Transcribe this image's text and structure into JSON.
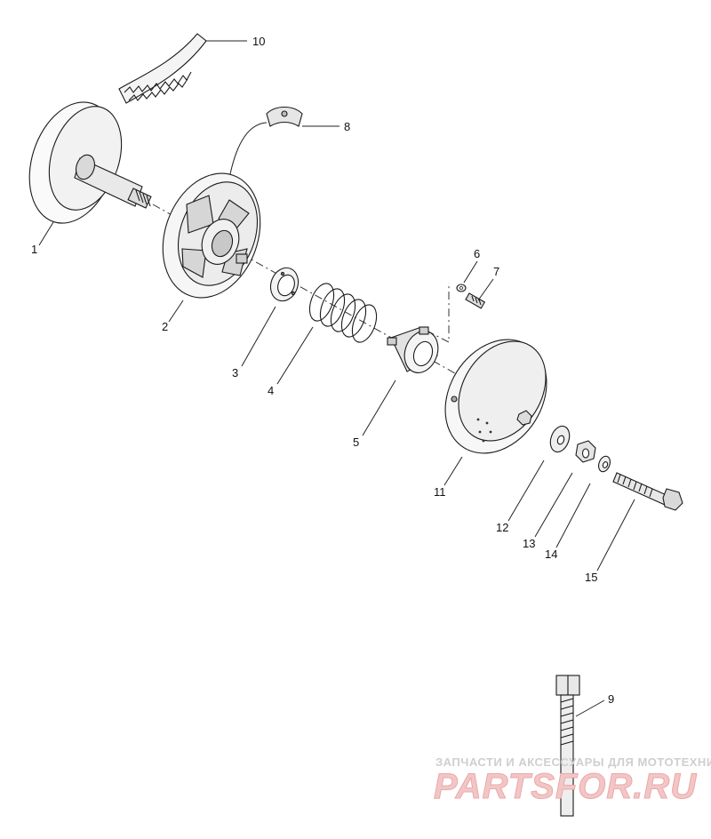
{
  "diagram": {
    "callouts": [
      "1",
      "2",
      "3",
      "4",
      "5",
      "6",
      "7",
      "8",
      "9",
      "10",
      "11",
      "12",
      "13",
      "14",
      "15"
    ]
  },
  "watermark": {
    "tagline": "ЗАПЧАСТИ И АКСЕССУАРЫ ДЛЯ МОТОТЕХНИКИ",
    "brand": "PARTSFOR.RU"
  }
}
